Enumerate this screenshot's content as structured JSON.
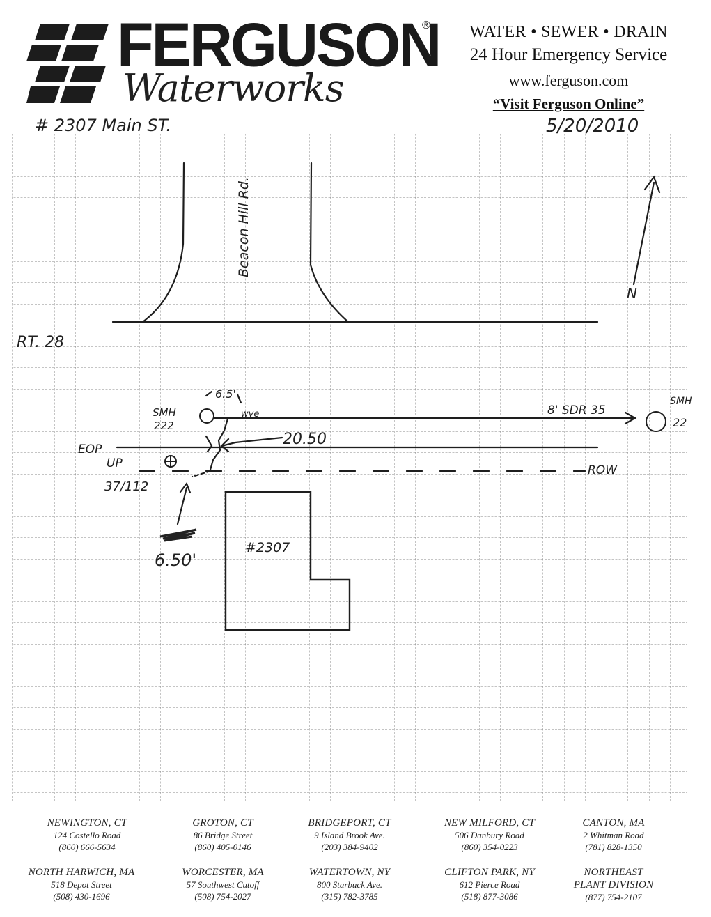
{
  "header": {
    "brand_name": "FERGUSON",
    "brand_registered": "®",
    "brand_sub": "Waterworks",
    "services": "WATER • SEWER • DRAIN",
    "emergency": "24 Hour Emergency Service",
    "website": "www.ferguson.com",
    "visit": "“Visit Ferguson Online”"
  },
  "sketch": {
    "address": "# 2307   Main ST.",
    "date": "5/20/2010",
    "street_side": "Beacon Hill Rd.",
    "north_label": "N",
    "route_label": "RT. 28",
    "smh_left": "SMH\n222",
    "wye_label": "wye",
    "smh_right": "SMH",
    "smh_right_num": "22",
    "dist_top": "6.5'",
    "pipe_label": "8' SDR 35",
    "dist_wye": "20.50",
    "eop_label": "EOP",
    "up_label": "UP",
    "up_number": "37/112",
    "row_label": "ROW",
    "dist_bottom": "6.50'",
    "house_label": "#2307"
  },
  "footer": {
    "branches": [
      {
        "name": "NEWINGTON, CT",
        "street": "124 Costello Road",
        "phone": "(860) 666-5634"
      },
      {
        "name": "GROTON, CT",
        "street": "86 Bridge Street",
        "phone": "(860) 405-0146"
      },
      {
        "name": "BRIDGEPORT, CT",
        "street": "9 Island Brook Ave.",
        "phone": "(203) 384-9402"
      },
      {
        "name": "NEW MILFORD, CT",
        "street": "506 Danbury Road",
        "phone": "(860) 354-0223"
      },
      {
        "name": "CANTON, MA",
        "street": "2 Whitman Road",
        "phone": "(781) 828-1350"
      },
      {
        "name": "NORTH HARWICH, MA",
        "street": "518 Depot Street",
        "phone": "(508) 430-1696"
      },
      {
        "name": "WORCESTER, MA",
        "street": "57 Southwest Cutoff",
        "phone": "(508) 754-2027"
      },
      {
        "name": "WATERTOWN, NY",
        "street": "800 Starbuck Ave.",
        "phone": "(315) 782-3785"
      },
      {
        "name": "CLIFTON PARK, NY",
        "street": "612 Pierce Road",
        "phone": "(518) 877-3086"
      },
      {
        "name": "NORTHEAST",
        "street": "PLANT DIVISION",
        "phone": "(877) 754-2107"
      }
    ]
  }
}
